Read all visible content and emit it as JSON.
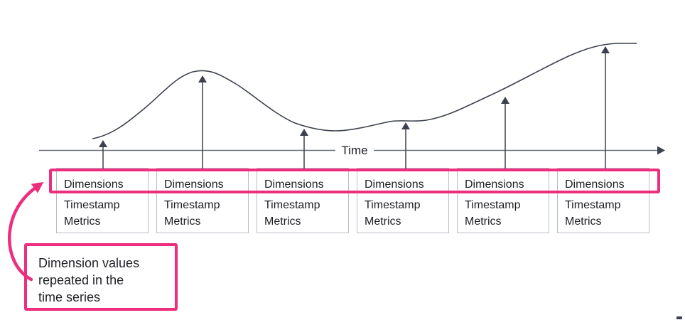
{
  "axis": {
    "label": "Time"
  },
  "record_boxes": [
    {
      "dimensions": "Dimensions",
      "timestamp": "Timestamp",
      "metrics": "Metrics"
    },
    {
      "dimensions": "Dimensions",
      "timestamp": "Timestamp",
      "metrics": "Metrics"
    },
    {
      "dimensions": "Dimensions",
      "timestamp": "Timestamp",
      "metrics": "Metrics"
    },
    {
      "dimensions": "Dimensions",
      "timestamp": "Timestamp",
      "metrics": "Metrics"
    },
    {
      "dimensions": "Dimensions",
      "timestamp": "Timestamp",
      "metrics": "Metrics"
    },
    {
      "dimensions": "Dimensions",
      "timestamp": "Timestamp",
      "metrics": "Metrics"
    }
  ],
  "callout": {
    "lines": [
      "Dimension values",
      "repeated in the",
      "time series"
    ],
    "text": "Dimension values repeated in the time series"
  },
  "colors": {
    "highlight_pink": "#ed2e7e",
    "curve_line": "#3c414d",
    "axis_line": "#6c707a",
    "box_border": "#b9bdc6",
    "text": "#1e1f24"
  }
}
